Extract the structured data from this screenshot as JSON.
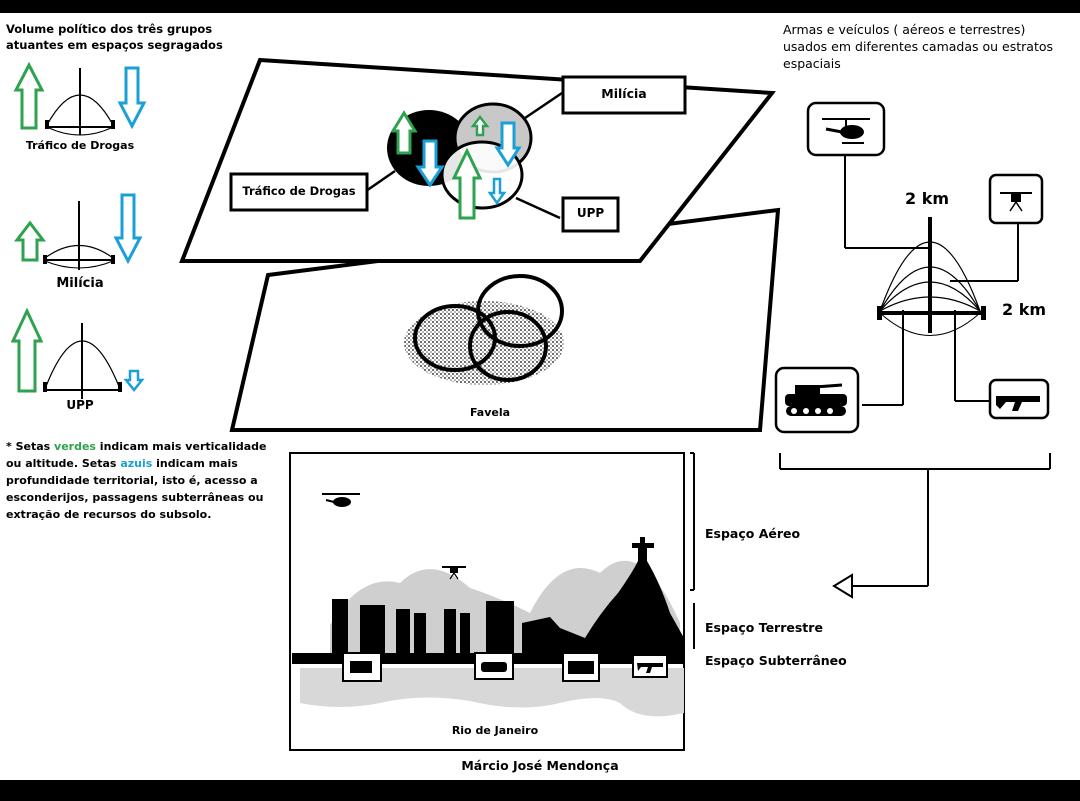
{
  "left_panel": {
    "title": "Volume político dos três grupos atuantes em espaços segragados",
    "groups": [
      "Tráfico de Drogas",
      "Milícia",
      "UPP"
    ],
    "note": {
      "prefix": "* Setas ",
      "green_word": "verdes",
      "middle": " indicam mais verticalidade ou altitude. Setas ",
      "blue_word": "azuis",
      "suffix": " indicam mais profundidade territorial, isto é, acesso a esconderijos, passagens subterrâneas ou extração de recursos do subsolo."
    }
  },
  "center_panel": {
    "upper_labels": {
      "milicia": "Milícia",
      "trafico": "Tráfico de Drogas",
      "upp": "UPP"
    },
    "lower_label": "Favela"
  },
  "right_panel": {
    "title": "Armas e veículos  ( aéreos e terrestres) usados em diferentes camadas ou estratos espaciais",
    "height_label": "2 km",
    "width_label": "2 km"
  },
  "city_panel": {
    "city_label": "Rio de Janeiro",
    "layers": [
      "Espaço Aéreo",
      "Espaço Terrestre",
      "Espaço Subterrâneo"
    ]
  },
  "author": "Márcio José Mendonça",
  "colors": {
    "green": "#2ea24f",
    "blue": "#1a9fd6",
    "gray": "#d0d0d0"
  }
}
